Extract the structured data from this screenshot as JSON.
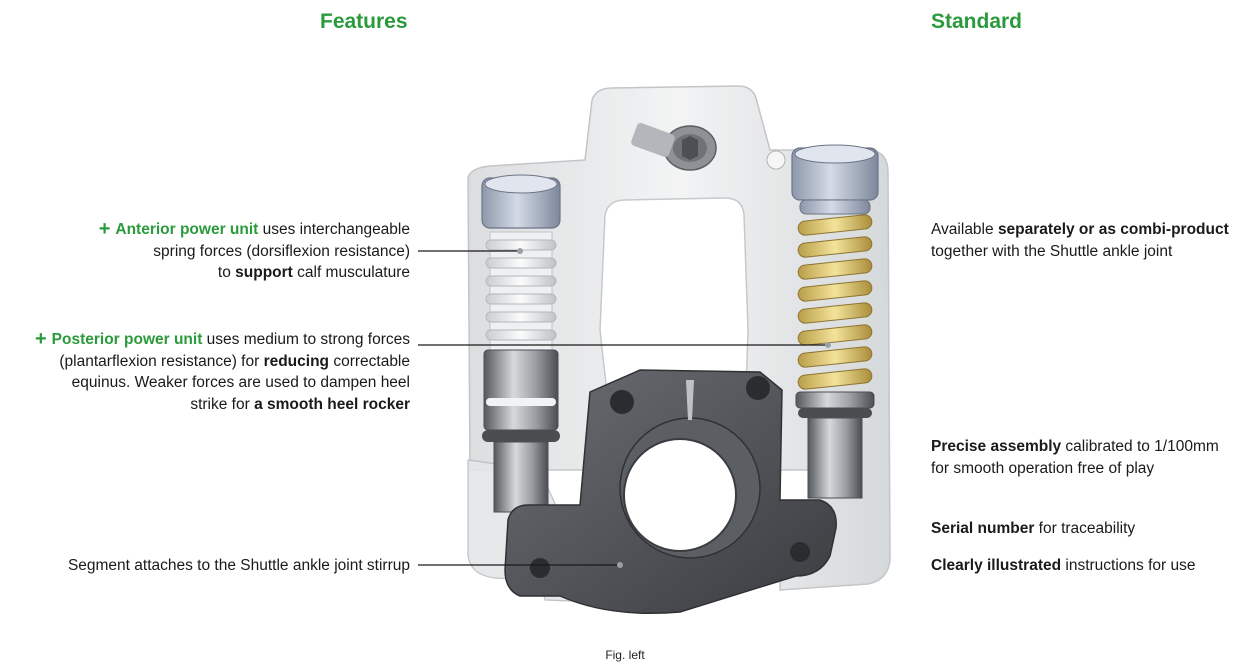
{
  "headings": {
    "features": "Features",
    "standard": "Standard"
  },
  "colors": {
    "accent_green": "#2a9a3c",
    "leader_line": "#1a1a1a",
    "text": "#1a1a1a"
  },
  "features": {
    "plus_icon": "+",
    "anterior": {
      "lead": "Anterior power unit",
      "t1": " uses interchangeable",
      "t2": "spring forces (dorsiflexion resistance)",
      "t3a": "to ",
      "t3b": "support",
      "t3c": " calf musculature"
    },
    "posterior": {
      "lead": "Posterior power unit",
      "t1": " uses medium to strong forces",
      "t2a": "(plantarflexion resistance) for ",
      "t2b": "reducing",
      "t2c": " correctable",
      "t3": "equinus. Weaker forces are used to dampen heel",
      "t4a": "strike for ",
      "t4b": "a smooth heel rocker"
    },
    "segment": {
      "text": "Segment attaches to the Shuttle ankle joint stirrup"
    }
  },
  "standard": {
    "availability": {
      "t1a": "Available ",
      "t1b": "separately or as combi-product",
      "t2": "together with the Shuttle ankle joint"
    },
    "assembly": {
      "t1a": "Precise assembly",
      "t1b": " calibrated to 1/100mm",
      "t2": "for smooth operation free of play"
    },
    "serial": {
      "bold": "Serial number",
      "rest": " for traceability"
    },
    "instructions": {
      "bold": "Clearly illustrated",
      "rest": " instructions for use"
    }
  },
  "caption": "Fig. left"
}
